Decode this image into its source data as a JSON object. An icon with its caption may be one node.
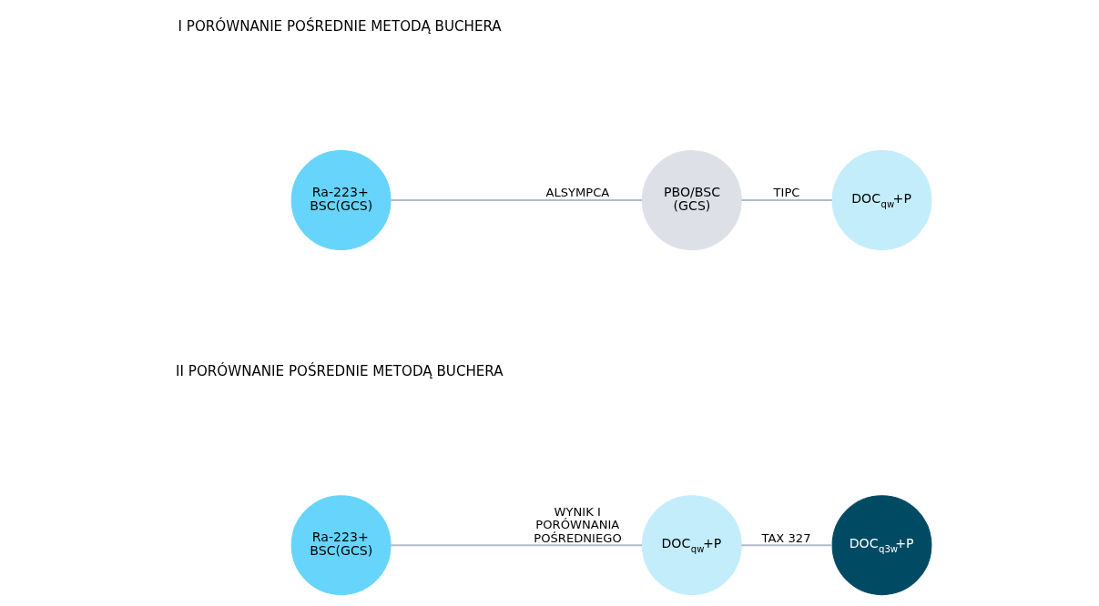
{
  "diagram": {
    "nodes": [
      {
        "text": [
          "Ra-223+ BSC(GCS)"
        ]
      },
      {
        "text": [
          "PBO/BSC (GCS)"
        ]
      },
      {
        "text": [
          "DOC$_{qw}$+P"
        ]
      },
      {
        "text": [
          "Ra-223+ BSC(GCS)"
        ]
      },
      {
        "text": [
          "DOC$_{qw}$+P"
        ]
      },
      {
        "text": [
          "DOC$_{q3w}$+P"
        ]
      }
    ],
    "edges": [
      {
        "from": 0,
        "to": 1,
        "arrow": "none",
        "label": "ALSYMPCA"
      },
      {
        "from": 1,
        "to": 2,
        "arrow": "none",
        "label": "TIPC"
      },
      {
        "from": 3,
        "to": 4,
        "arrow": "none",
        "label": "WYNIK I PORÓWNANIA POŚREDNIEGO"
      },
      {
        "from": 4,
        "to": 5,
        "arrow": "none",
        "label": "TAX 327"
      }
    ],
    "labels": [
      "I PORÓWNANIE POŚREDNIE METODĄ BUCHERA",
      "II PORÓWNANIE POŚREDNIE METODĄ BUCHERA"
    ]
  }
}
